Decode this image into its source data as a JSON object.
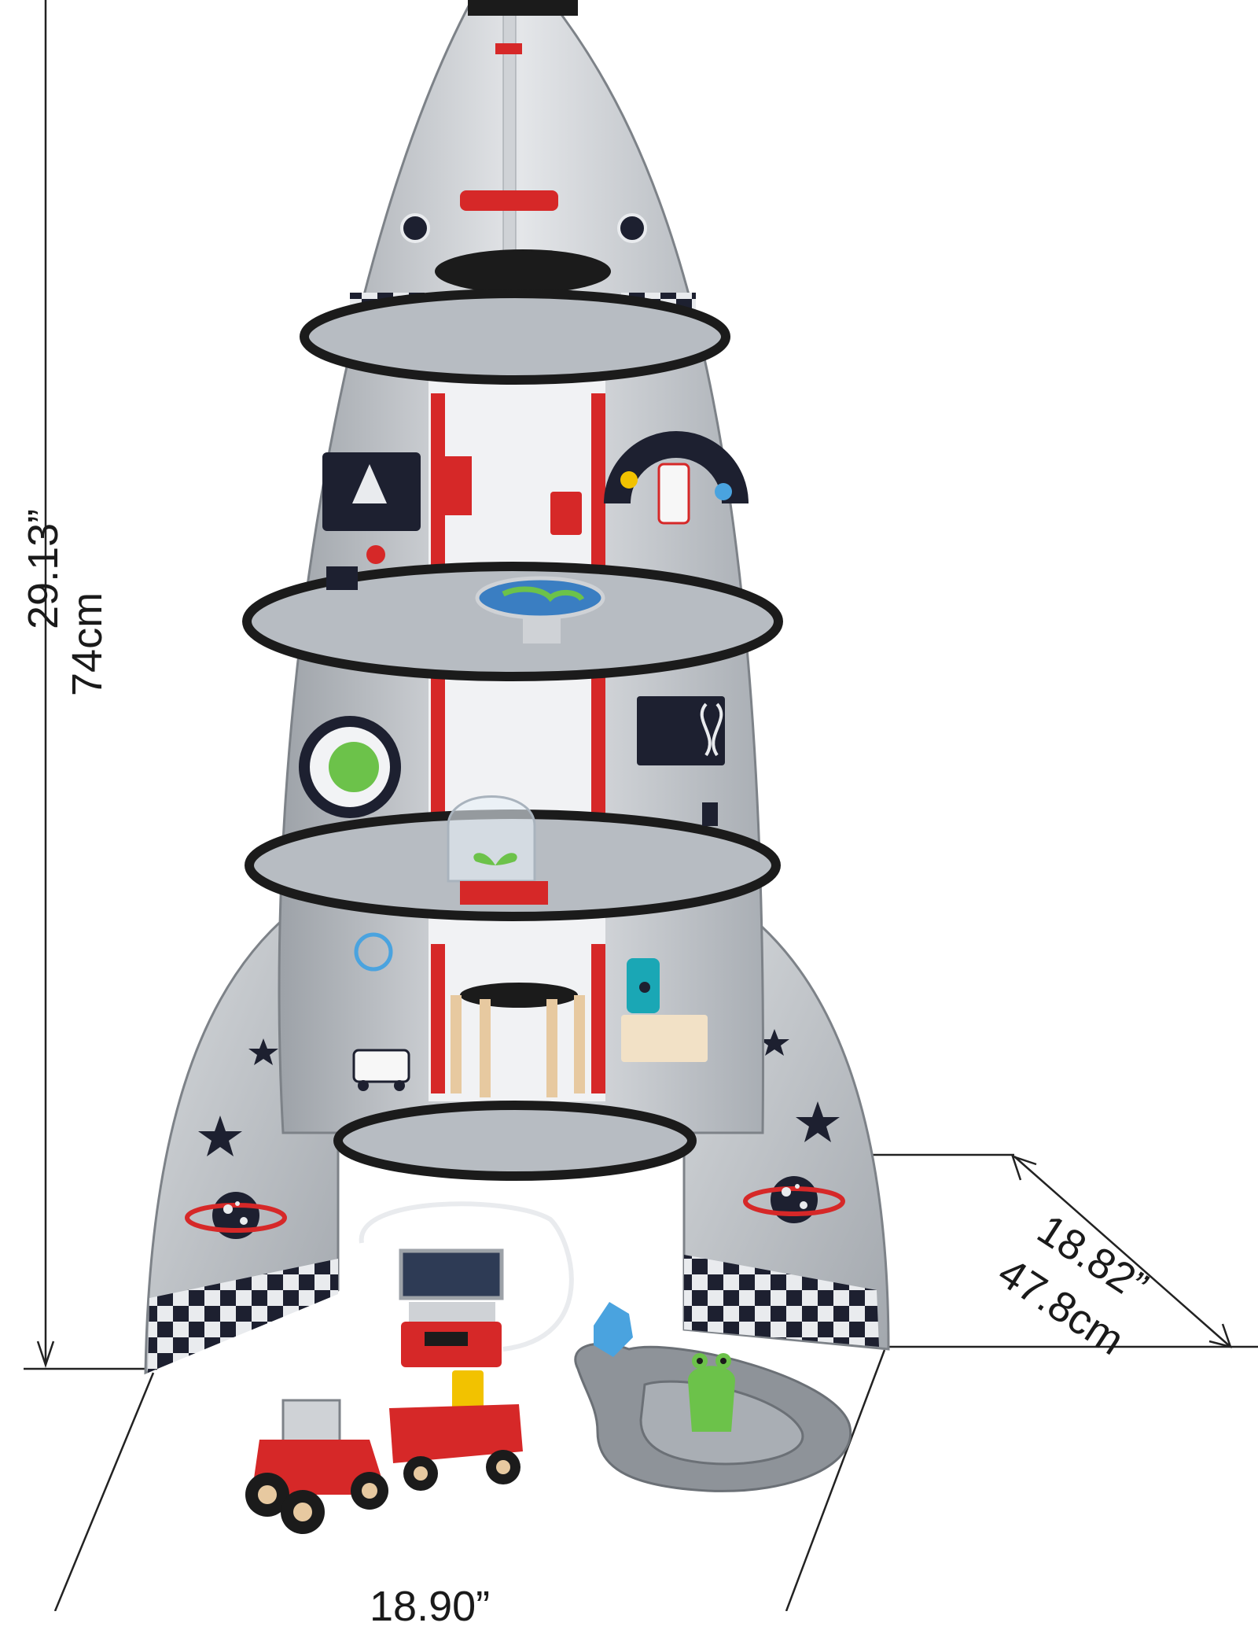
{
  "dimensions": {
    "height_in": "29.13”",
    "height_cm": "74cm",
    "depth_in": "18.82”",
    "depth_cm": "47.8cm",
    "width_in": "18.90”"
  },
  "colors": {
    "silver": "#c9ccd0",
    "silver_dark": "#8e9399",
    "rocket_red": "#d62828",
    "floor_black": "#1b1b1b",
    "floor_grey": "#b7bcc2",
    "wood": "#e7c9a0",
    "alien_green": "#6cc24a",
    "crystal_blue": "#4aa3df",
    "dimension_line": "#222222"
  }
}
